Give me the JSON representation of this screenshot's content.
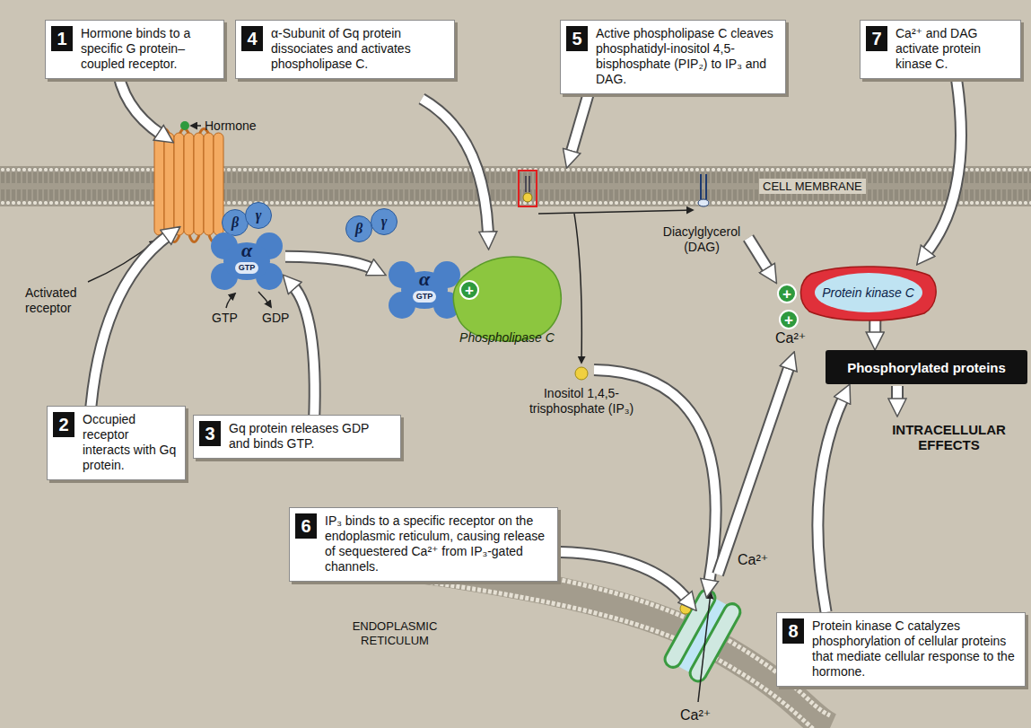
{
  "diagram": {
    "nodes": [
      {
        "text": [
          "1",
          "Hormone binds to a specific G protein–coupled receptor."
        ]
      },
      {
        "text": [
          "4",
          "α-Subunit of Gq protein dissociates and activates phospholipase C."
        ]
      },
      {
        "text": [
          "5",
          "Active phospholipase C cleaves phosphatidyl-inositol 4,5-bisphosphate (PIP₂) to IP₃ and DAG."
        ]
      },
      {
        "text": [
          "7",
          "Ca²⁺ and DAG activate protein kinase C."
        ]
      },
      {
        "text": [
          "β"
        ]
      },
      {
        "text": [
          "γ"
        ]
      },
      {
        "text": [
          "α",
          "GTP"
        ]
      },
      {
        "text": [
          "β"
        ]
      },
      {
        "text": [
          "γ"
        ]
      },
      {
        "text": [
          "α",
          "GTP"
        ]
      },
      {
        "text": [
          "Phospholipase C"
        ]
      },
      {
        "text": [
          "Protein kinase C"
        ]
      },
      {
        "text": [
          "Phosphorylated proteins"
        ]
      },
      {
        "text": [
          "2",
          "Occupied receptor interacts with Gq protein."
        ]
      },
      {
        "text": [
          "3",
          "Gq protein releases GDP and binds GTP."
        ]
      },
      {
        "text": [
          "6",
          "IP₃ binds to a specific receptor on the endoplasmic reticulum, causing release of sequestered Ca²⁺ from IP₃-gated channels."
        ]
      },
      {
        "text": [
          "8",
          "Protein kinase C catalyzes phosphorylation of cellular proteins that mediate cellular response to the hormone."
        ]
      }
    ],
    "edges": [
      {
        "from": 6,
        "to": 9,
        "arrow": "to"
      },
      {
        "from": 3,
        "to": 11,
        "arrow": "to"
      },
      {
        "from": 11,
        "to": 12,
        "arrow": "to"
      },
      {
        "from": 16,
        "to": 12,
        "arrow": "to"
      }
    ],
    "labels": [
      "Hormone",
      "Activated receptor",
      "GTP",
      "GDP",
      "CELL MEMBRANE",
      "Diacylglycerol (DAG)",
      "+",
      "+",
      "+",
      "Ca²⁺",
      "Inositol 1,4,5-trisphosphate (IP₃)",
      "INTRACELLULAR EFFECTS",
      "Ca²⁺",
      "ENDOPLASMIC RETICULUM",
      "Ca²⁺"
    ]
  }
}
